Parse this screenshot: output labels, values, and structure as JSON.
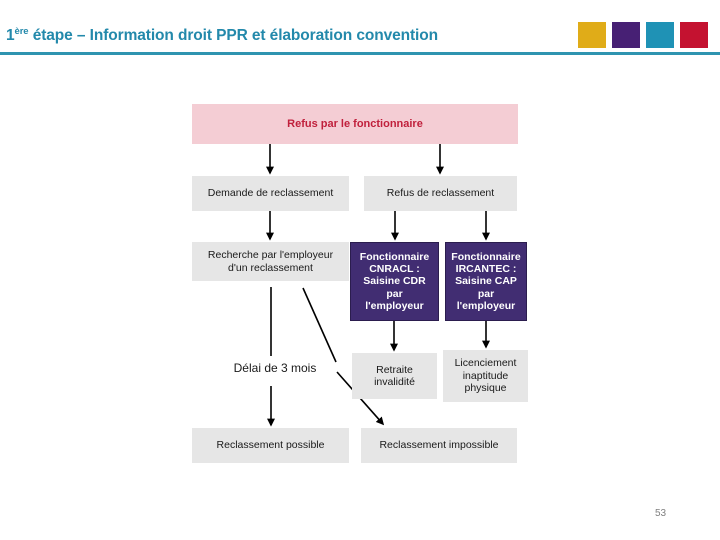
{
  "slide": {
    "page_number": "53",
    "header": {
      "title_ordinal": "1",
      "title_ordinal_suffix": "ère",
      "title_rest": " étape – Information droit PPR et élaboration convention",
      "title_full": "1ère étape – Information droit PPR et élaboration convention",
      "title_color": "#2389ab",
      "rule_color": "#2e94b0",
      "swatches": [
        {
          "name": "gold",
          "color": "#e0ac18"
        },
        {
          "name": "purple",
          "color": "#472074"
        },
        {
          "name": "teal",
          "color": "#1f92b5"
        },
        {
          "name": "red",
          "color": "#c41230"
        }
      ]
    },
    "flowchart": {
      "type": "flowchart",
      "styles": {
        "pink_fill": "#f4cdd4",
        "pink_text": "#c0203c",
        "gray_fill": "#e6e6e6",
        "gray_text": "#1a1a1a",
        "purple_fill": "#412d72",
        "purple_text": "#ffffff",
        "connector_color": "#000000"
      },
      "nodes": {
        "refus_fonctionnaire": "Refus par le fonctionnaire",
        "demande_reclassement": "Demande de reclassement",
        "refus_reclassement": "Refus de reclassement",
        "recherche_employeur_l1": "Recherche par l'employeur",
        "recherche_employeur_l2": "d'un reclassement",
        "cnracl_l1": "Fonctionnaire",
        "cnracl_l2": "CNRACL :",
        "cnracl_l3": "Saisine CDR",
        "cnracl_l4": "par",
        "cnracl_l5": "l'employeur",
        "ircantec_l1": "Fonctionnaire",
        "ircantec_l2": "IRCANTEC :",
        "ircantec_l3": "Saisine CAP",
        "ircantec_l4": "par",
        "ircantec_l5": "l'employeur",
        "delai_3_mois": "Délai  de 3 mois",
        "retraite_invalidite_l1": "Retraite",
        "retraite_invalidite_l2": "invalidité",
        "licenciement_l1": "Licenciement",
        "licenciement_l2": "inaptitude",
        "licenciement_l3": "physique",
        "reclassement_possible": "Reclassement possible",
        "reclassement_impossible": "Reclassement impossible"
      },
      "edges": [
        {
          "from": "refus_fonctionnaire",
          "to": "demande_reclassement",
          "kind": "arrow-down"
        },
        {
          "from": "refus_fonctionnaire",
          "to": "refus_reclassement",
          "kind": "arrow-down"
        },
        {
          "from": "demande_reclassement",
          "to": "recherche_employeur",
          "kind": "arrow-down"
        },
        {
          "from": "refus_reclassement",
          "to": "cnracl",
          "kind": "arrow-down"
        },
        {
          "from": "refus_reclassement",
          "to": "ircantec",
          "kind": "arrow-down"
        },
        {
          "from": "recherche_employeur",
          "to": "delai_3_mois",
          "kind": "line-down"
        },
        {
          "from": "recherche_employeur",
          "to": "reclassement_impossible",
          "kind": "arrow-diagonal"
        },
        {
          "from": "delai_3_mois",
          "to": "reclassement_possible",
          "kind": "arrow-down"
        },
        {
          "from": "cnracl",
          "to": "retraite_invalidite",
          "kind": "arrow-down"
        },
        {
          "from": "ircantec",
          "to": "licenciement",
          "kind": "arrow-down"
        }
      ]
    }
  }
}
